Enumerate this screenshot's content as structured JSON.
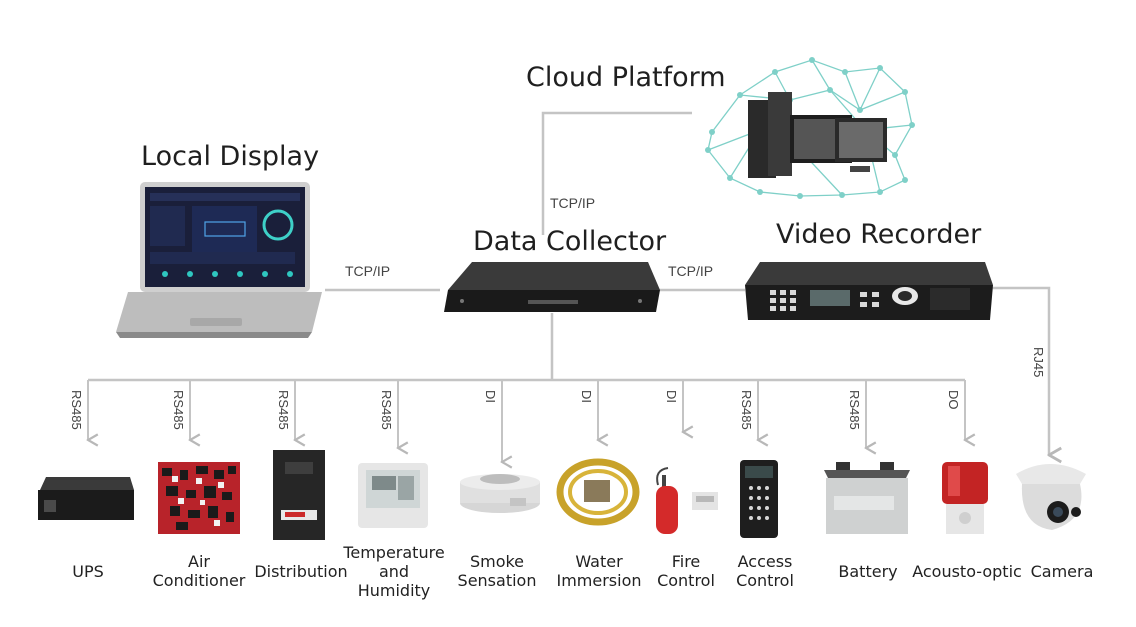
{
  "nodes": {
    "cloud": "Cloud Platform",
    "local_display": "Local Display",
    "collector": "Data Collector",
    "recorder": "Video Recorder"
  },
  "links": {
    "cloud_collector": "TCP/IP",
    "display_collector": "TCP/IP",
    "collector_recorder": "TCP/IP",
    "recorder_camera": "RJ45"
  },
  "devices": [
    {
      "protocol": "RS485",
      "line1": "UPS",
      "line2": "",
      "line3": ""
    },
    {
      "protocol": "RS485",
      "line1": "Air",
      "line2": "Conditioner",
      "line3": ""
    },
    {
      "protocol": "RS485",
      "line1": "Distribution",
      "line2": "",
      "line3": ""
    },
    {
      "protocol": "RS485",
      "line1": "Temperature",
      "line2": "and",
      "line3": "Humidity"
    },
    {
      "protocol": "DI",
      "line1": "Smoke",
      "line2": "Sensation",
      "line3": ""
    },
    {
      "protocol": "DI",
      "line1": "Water",
      "line2": "Immersion",
      "line3": ""
    },
    {
      "protocol": "DI",
      "line1": "Fire",
      "line2": "Control",
      "line3": ""
    },
    {
      "protocol": "RS485",
      "line1": "Access",
      "line2": "Control",
      "line3": ""
    },
    {
      "protocol": "RS485",
      "line1": "Battery",
      "line2": "",
      "line3": ""
    },
    {
      "protocol": "DO",
      "line1": "Acousto-optic",
      "line2": "",
      "line3": ""
    },
    {
      "protocol": "",
      "line1": "Camera",
      "line2": "",
      "line3": ""
    }
  ]
}
